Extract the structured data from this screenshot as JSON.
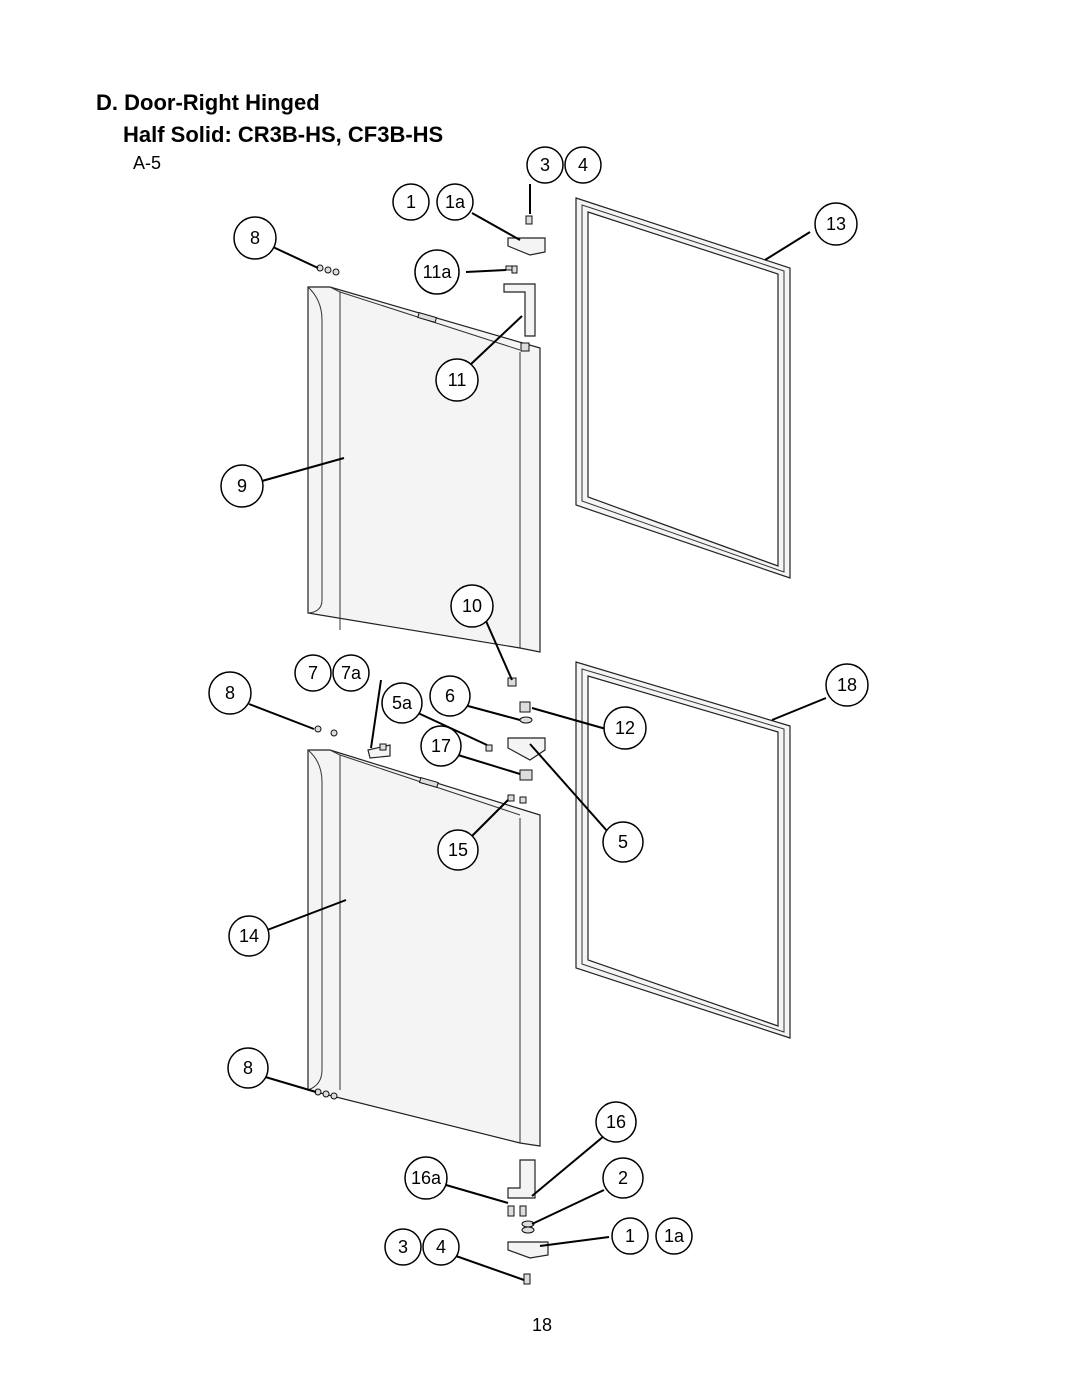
{
  "header": {
    "title_line1": "D. Door-Right Hinged",
    "title_line2": "Half Solid: CR3B-HS, CF3B-HS",
    "code": "A-5"
  },
  "footer": {
    "page_number": "18"
  },
  "callouts": [
    {
      "id": "c3-top",
      "label": "3"
    },
    {
      "id": "c4-top",
      "label": "4"
    },
    {
      "id": "c1-top",
      "label": "1"
    },
    {
      "id": "c1a-top",
      "label": "1a"
    },
    {
      "id": "c13",
      "label": "13"
    },
    {
      "id": "c8-top",
      "label": "8"
    },
    {
      "id": "c11a",
      "label": "11a"
    },
    {
      "id": "c11",
      "label": "11"
    },
    {
      "id": "c9",
      "label": "9"
    },
    {
      "id": "c10",
      "label": "10"
    },
    {
      "id": "c7",
      "label": "7"
    },
    {
      "id": "c7a",
      "label": "7a"
    },
    {
      "id": "c18",
      "label": "18"
    },
    {
      "id": "c8-mid",
      "label": "8"
    },
    {
      "id": "c5a",
      "label": "5a"
    },
    {
      "id": "c6",
      "label": "6"
    },
    {
      "id": "c12",
      "label": "12"
    },
    {
      "id": "c17",
      "label": "17"
    },
    {
      "id": "c15",
      "label": "15"
    },
    {
      "id": "c5",
      "label": "5"
    },
    {
      "id": "c14",
      "label": "14"
    },
    {
      "id": "c8-bot",
      "label": "8"
    },
    {
      "id": "c16",
      "label": "16"
    },
    {
      "id": "c16a",
      "label": "16a"
    },
    {
      "id": "c2",
      "label": "2"
    },
    {
      "id": "c3-bot",
      "label": "3"
    },
    {
      "id": "c4-bot",
      "label": "4"
    },
    {
      "id": "c1-bot",
      "label": "1"
    },
    {
      "id": "c1a-bot",
      "label": "1a"
    }
  ]
}
